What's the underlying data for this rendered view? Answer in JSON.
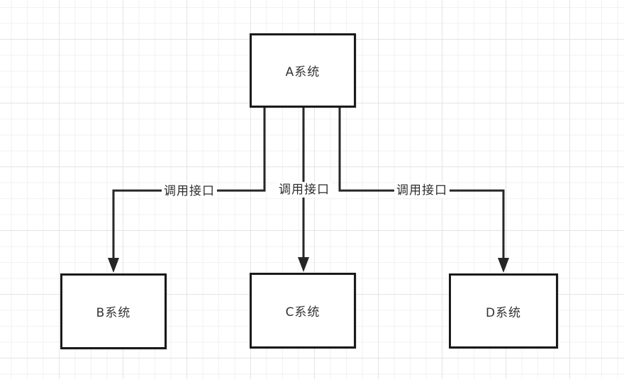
{
  "diagram": {
    "type": "flowchart",
    "nodes": [
      {
        "id": "A",
        "label": "A系统"
      },
      {
        "id": "B",
        "label": "B系统"
      },
      {
        "id": "C",
        "label": "C系统"
      },
      {
        "id": "D",
        "label": "D系统"
      }
    ],
    "edges": [
      {
        "from": "A",
        "to": "B",
        "label": "调用接口"
      },
      {
        "from": "A",
        "to": "C",
        "label": "调用接口"
      },
      {
        "from": "A",
        "to": "D",
        "label": "调用接口"
      }
    ],
    "colors": {
      "background": "#ffffff",
      "grid_minor": "#f2f2f2",
      "grid_major": "#e4e4e4",
      "line": "#262626",
      "node_border": "#1a1a1a",
      "node_fill": "#ffffff",
      "text": "#333333"
    }
  }
}
